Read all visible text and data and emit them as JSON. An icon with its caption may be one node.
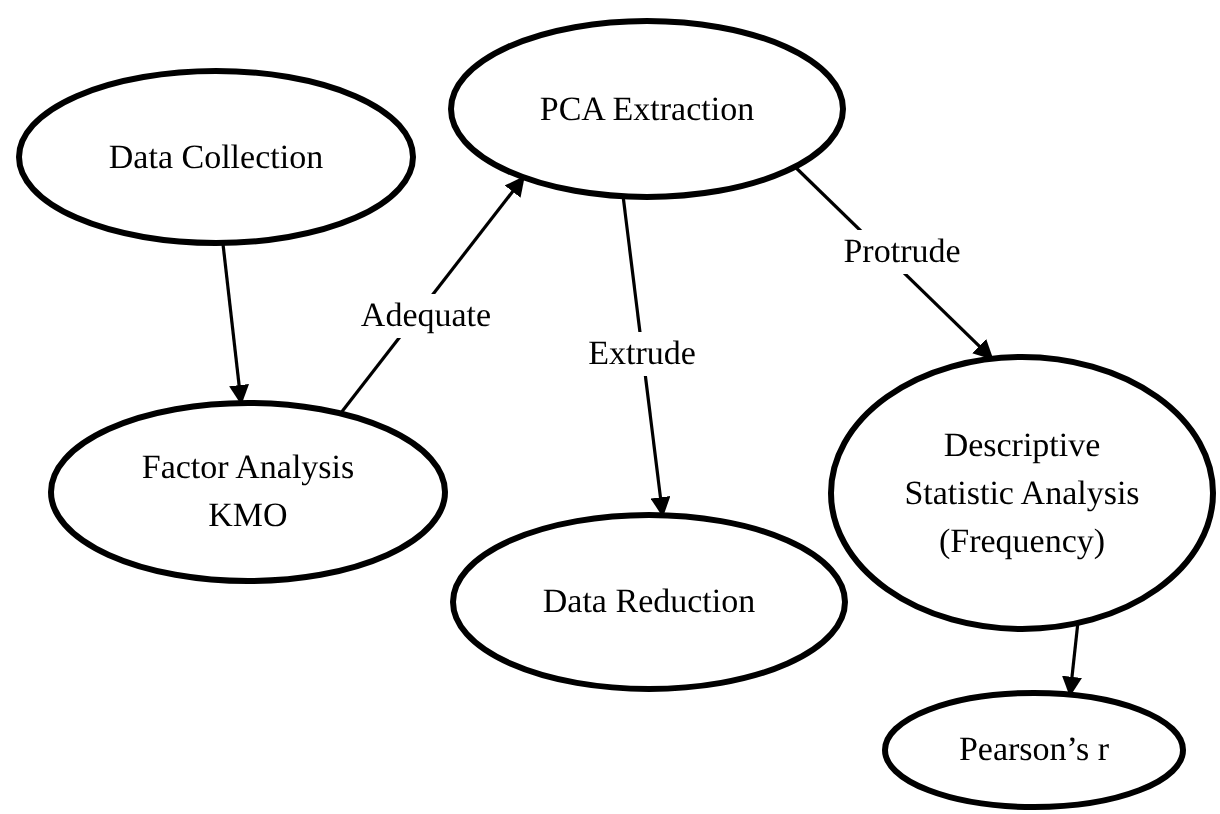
{
  "diagram": {
    "nodes": [
      {
        "text": [
          "Data Collection"
        ]
      },
      {
        "text": [
          "PCA Extraction"
        ]
      },
      {
        "text": [
          "Factor Analysis KMO"
        ]
      },
      {
        "text": [
          "Data Reduction"
        ]
      },
      {
        "text": [
          "Descriptive Statistic Analysis (Frequency)"
        ]
      },
      {
        "text": [
          "Pearson’s r"
        ]
      }
    ],
    "edges": [
      {
        "from": 0,
        "to": 2,
        "arrow": "to"
      },
      {
        "from": 2,
        "to": 1,
        "arrow": "to",
        "label": "Adequate"
      },
      {
        "from": 1,
        "to": 3,
        "arrow": "to",
        "label": "Extrude"
      },
      {
        "from": 1,
        "to": 4,
        "arrow": "to",
        "label": "Protrude"
      },
      {
        "from": 4,
        "to": 5,
        "arrow": "to"
      }
    ]
  }
}
